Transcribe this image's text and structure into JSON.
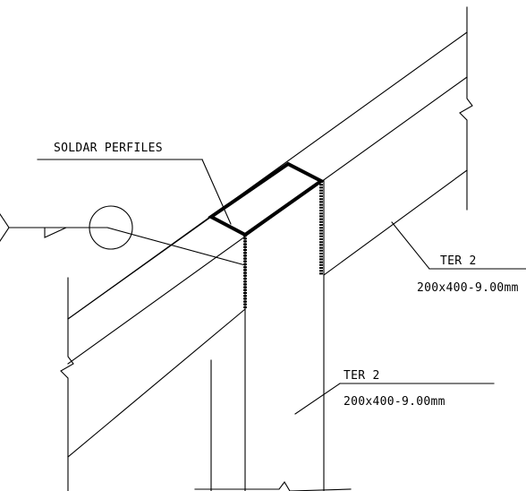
{
  "labels": {
    "weld_note": "SOLDAR PERFILES",
    "beam_tag": "TER 2",
    "beam_size": "200x400-9.00mm",
    "column_tag": "TER 2",
    "column_size": "200x400-9.00mm"
  }
}
